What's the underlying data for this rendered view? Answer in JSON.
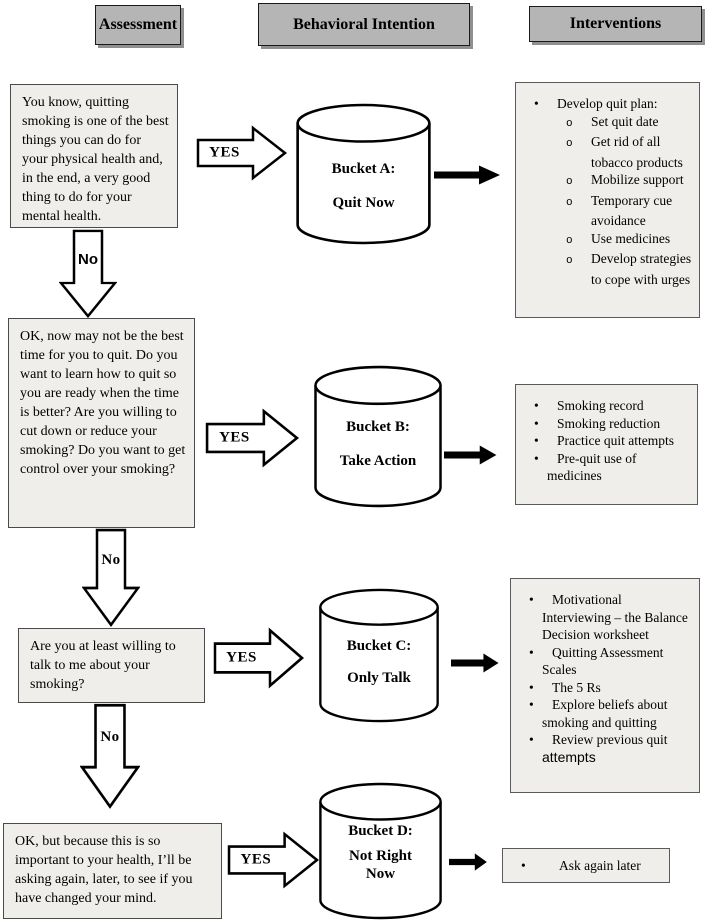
{
  "colors": {
    "header_fill": "#b5b5b5",
    "box_fill": "#efeeeb",
    "line": "#000000"
  },
  "headers": {
    "assessment": "Assessment",
    "behavioral_intention": "Behavioral Intention",
    "interventions": "Interventions"
  },
  "labels": {
    "yes": "YES",
    "no": "No"
  },
  "assessment_boxes": [
    {
      "text": "You know, quitting smoking is one of the best things you can do for your physical health and, in the end, a very good thing to do for your mental health."
    },
    {
      "text": "OK, now may not be the best time for you to quit. Do you want to learn how to quit so you are ready when the time is better? Are you willing to cut down or reduce your smoking? Do you want to get control over your smoking?"
    },
    {
      "text": "Are you at least willing to talk to me about your smoking?"
    },
    {
      "text": "OK, but because this is so important to your health, I’ll be asking again, later, to see if you have changed your mind."
    }
  ],
  "buckets": [
    {
      "title": "Bucket A:",
      "subtitle": "Quit Now"
    },
    {
      "title": "Bucket B:",
      "subtitle": "Take Action"
    },
    {
      "title": "Bucket C:",
      "subtitle": "Only Talk"
    },
    {
      "title": "Bucket D:",
      "subtitle": "Not Right Now"
    }
  ],
  "interventions": [
    {
      "items": [
        {
          "level": 1,
          "text": "Develop quit plan:"
        },
        {
          "level": 2,
          "text": "Set quit date"
        },
        {
          "level": 2,
          "text": "Get rid of all tobacco products"
        },
        {
          "level": 2,
          "text": "Mobilize support"
        },
        {
          "level": 2,
          "text": "Temporary cue avoidance"
        },
        {
          "level": 2,
          "text": "Use medicines"
        },
        {
          "level": 2,
          "text": "Develop strategies to cope with urges"
        }
      ]
    },
    {
      "items": [
        {
          "level": 1,
          "text": "Smoking record"
        },
        {
          "level": 1,
          "text": "Smoking reduction"
        },
        {
          "level": 1,
          "text": "Practice quit attempts"
        },
        {
          "level": 1,
          "text": "Pre-quit use of medicines"
        }
      ]
    },
    {
      "items": [
        {
          "level": 1,
          "text": "Motivational Interviewing – the Balance Decision worksheet"
        },
        {
          "level": 1,
          "text": "Quitting Assessment Scales"
        },
        {
          "level": 1,
          "text": "The 5 Rs"
        },
        {
          "level": 1,
          "text": "Explore beliefs about smoking and quitting"
        },
        {
          "level": 1,
          "text": "Review previous quit",
          "text_sans": "attempts"
        }
      ]
    },
    {
      "items": [
        {
          "level": 1,
          "wide": true,
          "text": "Ask again later"
        }
      ]
    }
  ]
}
